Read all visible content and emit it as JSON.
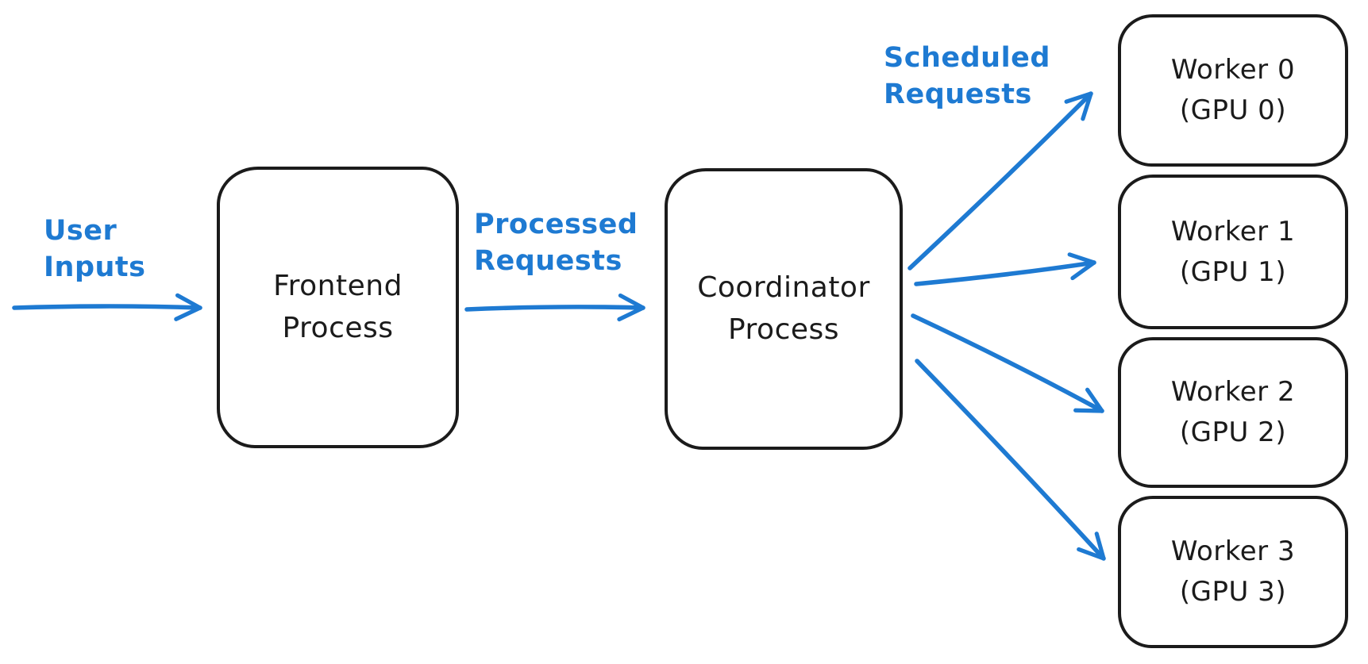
{
  "diagram": {
    "colors": {
      "background": "#ffffff",
      "ink": "#1b1b1b",
      "accent_blue": "#1e7ad2"
    },
    "nodes": {
      "frontend": {
        "label": "Frontend\nProcess"
      },
      "coordinator": {
        "label": "Coordinator\nProcess"
      },
      "workers": [
        {
          "label": "Worker 0\n(GPU 0)"
        },
        {
          "label": "Worker 1\n(GPU 1)"
        },
        {
          "label": "Worker 2\n(GPU 2)"
        },
        {
          "label": "Worker 3\n(GPU 3)"
        }
      ]
    },
    "edge_labels": {
      "user_inputs": "User\nInputs",
      "processed_requests": "Processed\nRequests",
      "scheduled_requests": "Scheduled\nRequests"
    }
  }
}
